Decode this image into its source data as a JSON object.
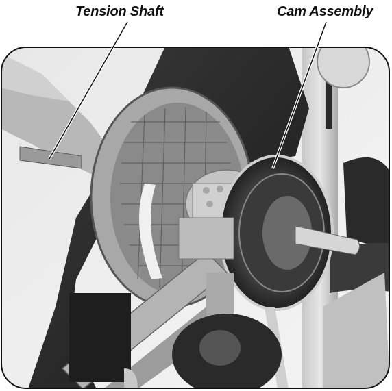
{
  "labels": {
    "tension_shaft": "Tension Shaft",
    "cam_assembly": "Cam Assembly"
  },
  "photo": {
    "subject": "grayscale photo of exercise machine resistance mechanism",
    "colors": {
      "dark": "#1a1a1a",
      "mid": "#6e6e6e",
      "light": "#c9c9c9",
      "highlight": "#ececec"
    }
  }
}
